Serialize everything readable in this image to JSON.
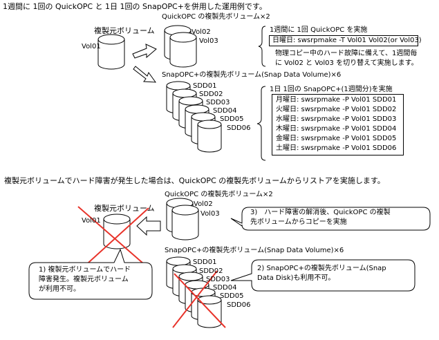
{
  "intro": "1週間に 1回の QuickOPC と 1日 1回の SnapOPC+を併用した運用例です。",
  "top": {
    "source_label": "複製元ボリューム",
    "source_vol": "Vol01",
    "quickopc_label": "QuickOPC の複製先ボリューム×2",
    "quick_vols": [
      "Vol02",
      "Vol03"
    ],
    "weekly_title": "1週間に 1回 QuickOPC を実施",
    "weekly_cmd": "日曜日: swsrpmake -T Vol01 Vol02(or Vol03)",
    "weekly_note_1": "物理コピー中のハード故障に備えて、1週間毎",
    "weekly_note_2": "に Vol02 と Vol03 を切り替えて実施します。",
    "snap_label": "SnapOPC+の複製先ボリューム(Snap Data Volume)×6",
    "snap_vols": [
      "SDD01",
      "SDD02",
      "SDD03",
      "SDD04",
      "SDD05",
      "SDD06"
    ],
    "daily_title": "1日 1回の SnapOPC+(1週間分)を実施",
    "daily_cmds": [
      "月曜日: swsrpmake -P Vol01 SDD01",
      "火曜日: swsrpmake -P Vol01 SDD02",
      "水曜日: swsrpmake -P Vol01 SDD03",
      "木曜日: swsrpmake -P Vol01 SDD04",
      "金曜日: swsrpmake -P Vol01 SDD05",
      "土曜日: swsrpmake -P Vol01 SDD06"
    ]
  },
  "middle": "複製元ボリュームでハード障害が発生した場合は、QuickOPC の複製先ボリュームからリストアを実施します。",
  "bottom": {
    "source_label": "複製元ボリューム",
    "source_vol": "Vol01",
    "quickopc_label": "QuickOPC の複製先ボリューム×2",
    "quick_vols": [
      "Vol02",
      "Vol03"
    ],
    "callout3_1": "3)　ハード障害の解消後、QuickOPC の複製",
    "callout3_2": "先ボリュームからコピーを実施",
    "callout1_1": "1) 複製元ボリュームでハード",
    "callout1_2": "障害発生。複製元ボリューム",
    "callout1_3": "が利用不可。",
    "snap_label": "SnapOPC+の複製先ボリューム(Snap Data Volume)×6",
    "snap_vols": [
      "SDD01",
      "SDD02",
      "SDD03",
      "SDD04",
      "SDD05",
      "SDD06"
    ],
    "callout2_1": "2) SnapOPC+の複製先ボリューム(Snap",
    "callout2_2": "Data Disk)も利用不可。"
  },
  "colors": {
    "cross": "#e8332a",
    "stroke": "#000000"
  }
}
